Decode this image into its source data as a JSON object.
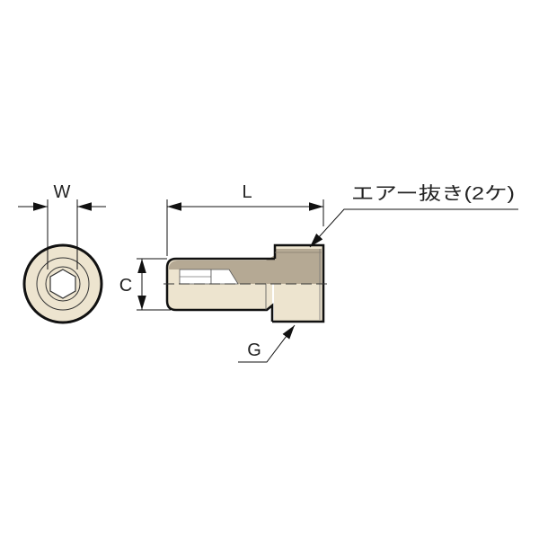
{
  "labels": {
    "width": "W",
    "length": "L",
    "diameter": "C",
    "thread": "G",
    "air_vent": "エアー抜き(2ケ)"
  },
  "colors": {
    "body_light": "#ede4cf",
    "body_dark": "#b5a994",
    "outline": "#111111"
  }
}
